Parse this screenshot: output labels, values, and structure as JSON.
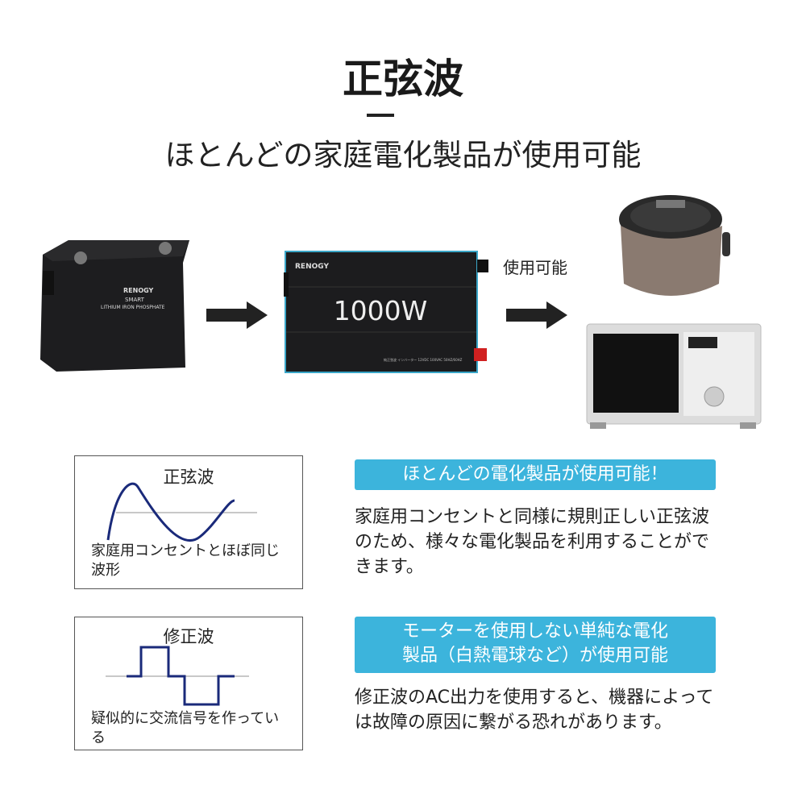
{
  "header": {
    "title": "正弦波",
    "subtitle": "ほとんどの家庭電化製品が使用可能"
  },
  "diagram": {
    "battery": {
      "brand": "RENOGY",
      "label_line1": "SMART",
      "label_line2": "LITHIUM IRON PHOSPHATE"
    },
    "inverter": {
      "brand": "RENOGY",
      "power": "1000W",
      "spec": "純正弦波 インバーター 12VDC 100VAC 50HZ/60HZ"
    },
    "usable_label": "使用可能",
    "colors": {
      "inverter_accent": "#3aa6c8",
      "device_body": "#1e1e1e"
    }
  },
  "sine_section": {
    "box_title": "正弦波",
    "box_caption": "家庭用コンセントとほぼ同じ波形",
    "banner": "ほとんどの電化製品が使用可能！",
    "description": "家庭用コンセントと同様に規則正しい正弦波のため、様々な電化製品を利用することができます。"
  },
  "modified_section": {
    "box_title": "修正波",
    "box_caption": "疑似的に交流信号を作っている",
    "banner_line1": "モーターを使用しない単純な電化",
    "banner_line2": "製品（白熱電球など）が使用可能",
    "description": "修正波のAC出力を使用すると、機器によっては故障の原因に繋がる恐れがあります。"
  },
  "colors": {
    "banner": "#3cb4dc",
    "wave": "#1a2a7a",
    "axis": "#c8c8c8"
  }
}
